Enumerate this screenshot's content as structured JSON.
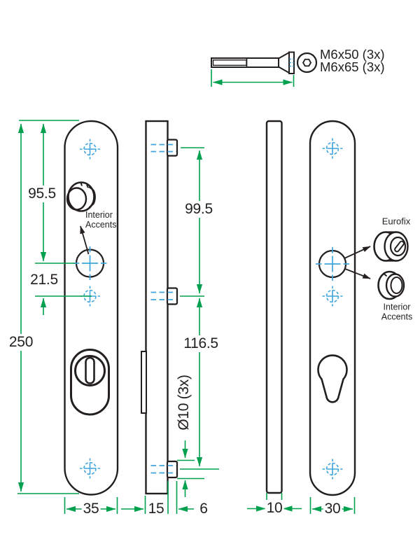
{
  "screw": {
    "label_m6x50": "M6x50 (3x)",
    "label_m6x65": "M6x65 (3x)"
  },
  "dimensions": {
    "plate_length": "250",
    "top_to_cylinder_hole": "95.5",
    "cylinder_hole_to_target": "21.5",
    "exterior_plate_width": "35",
    "boss_spacing_upper": "99.5",
    "boss_spacing_lower": "116.5",
    "boss_diameter": "Ø10 (3x)",
    "side_thickness_with_boss": "15",
    "boss_height": "6",
    "interior_plate_thickness": "10",
    "interior_plate_width": "30"
  },
  "callouts": {
    "interior_accents_left": "Interior Accents",
    "eurofix": "Eurofix",
    "interior_accents_right": "Interior Accents"
  },
  "colors": {
    "line": "#231f20",
    "dimension_green": "#00a14e",
    "centerline_blue": "#3fa5dc"
  }
}
